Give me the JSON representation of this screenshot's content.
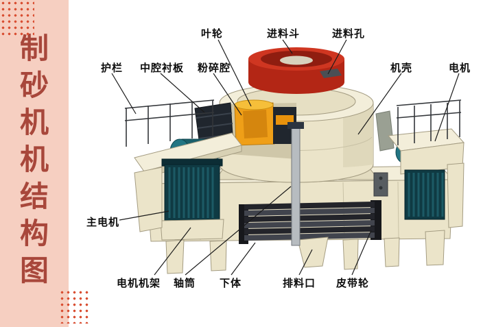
{
  "sidebar": {
    "title": "制砂机机结构图",
    "chars": [
      "制",
      "砂",
      "机",
      "机",
      "结",
      "构",
      "图"
    ]
  },
  "labels": {
    "impeller": "叶轮",
    "feed_hopper": "进料斗",
    "feed_inlet": "进料孔",
    "guardrail": "护栏",
    "cavity_liner": "中腔衬板",
    "crushing_cavity": "粉碎腔",
    "casing": "机壳",
    "motor": "电机",
    "main_motor": "主电机",
    "motor_frame": "电机机架",
    "shaft_tube": "轴筒",
    "lower_body": "下体",
    "discharge_port": "排料口",
    "belt_pulley": "皮带轮"
  },
  "colors": {
    "sidebar_bg": "#f6cfc1",
    "sidebar_text": "#a8473b",
    "dot_color": "#d94f33",
    "label_text": "#0d0d0d",
    "machine_cream": "#ebe4c9",
    "machine_red": "#cf3621",
    "machine_orange": "#ef9f18",
    "machine_teal": "#0f3a43",
    "machine_dark": "#20262e",
    "line_color": "#1b1b1b"
  }
}
